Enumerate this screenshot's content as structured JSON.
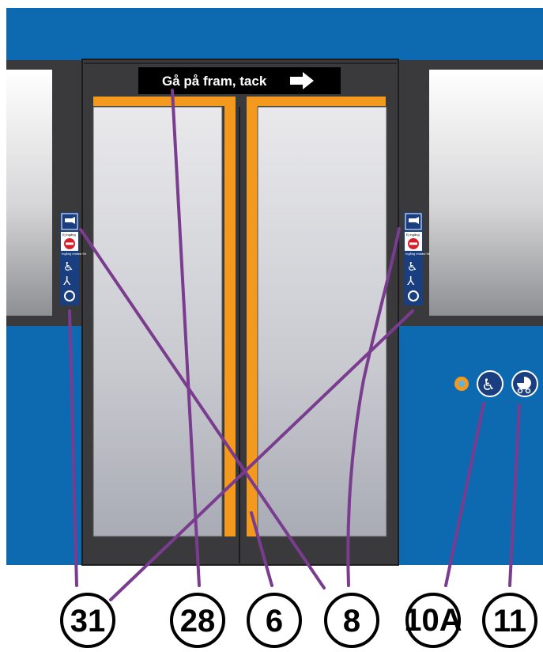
{
  "diagram": {
    "sign_text": "Gå på fram, tack",
    "panel_small_text": "Ej ingång",
    "panel_small_text_2": "Ingång endast för",
    "callouts": [
      "31",
      "28",
      "6",
      "8",
      "10A",
      "11"
    ],
    "icons": {
      "left_panel": [
        "camera-icon",
        "no-entry-icon",
        "wheelchair-icon",
        "walker-icon",
        "stroller-icon"
      ],
      "right_panel": [
        "camera-icon",
        "no-entry-icon",
        "wheelchair-icon",
        "walker-icon",
        "stroller-icon"
      ],
      "door_button": [
        "door-button-indicator",
        "wheelchair-icon",
        "stroller-icon"
      ]
    },
    "colors": {
      "bus_blue": "#0e6ab0",
      "frame_dark": "#3a3a3c",
      "door_orange": "#f39a1e",
      "callout_line": "#7a3c8f",
      "sign_bg": "#000000",
      "badge_blue": "#1a3f80"
    }
  }
}
